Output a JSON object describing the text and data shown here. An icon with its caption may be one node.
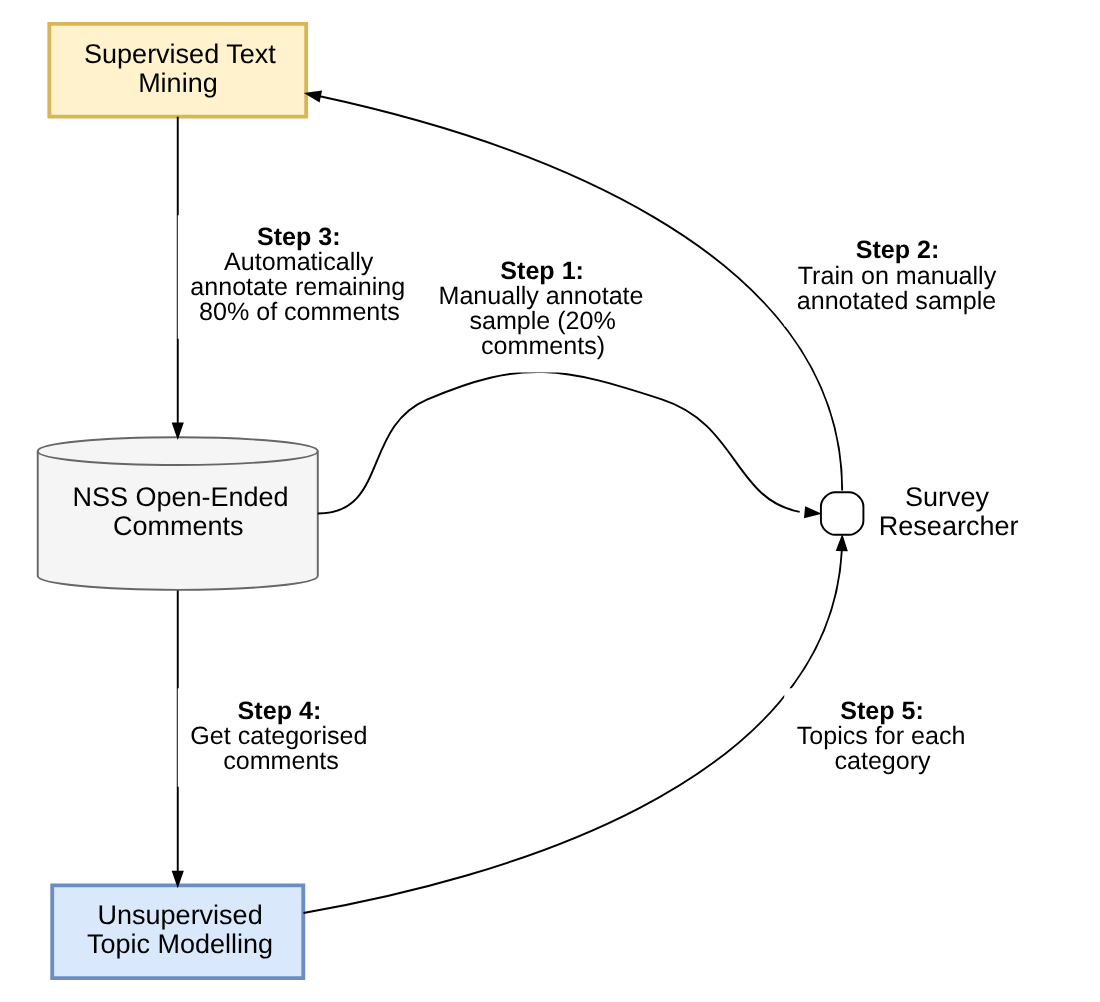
{
  "diagram": {
    "nodes": [
      {
        "text": [
          "Supervised Text Mining"
        ]
      },
      {
        "text": [
          "NSS Open-Ended Comments"
        ]
      },
      {
        "text": [],
        "shape": "person",
        "beside": [
          "Survey Researcher"
        ]
      },
      {
        "text": [
          "Unsupervised Topic Modelling"
        ]
      }
    ],
    "edges": [
      {
        "from": 1,
        "to": 2,
        "arrow": "to",
        "label": "**Step 1:** Manually annotate sample (20% comments)"
      },
      {
        "from": 2,
        "to": 0,
        "arrow": "to",
        "label": "**Step 2:** Train on manually annotated sample"
      },
      {
        "from": 0,
        "to": 1,
        "arrow": "to",
        "label": "**Step 3:** Automatically annotate remaining 80% of comments"
      },
      {
        "from": 1,
        "to": 3,
        "arrow": "to",
        "label": "**Step 4:** Get categorised comments"
      },
      {
        "from": 3,
        "to": 2,
        "arrow": "to",
        "label": "**Step 5:** Topics for each category"
      }
    ]
  }
}
